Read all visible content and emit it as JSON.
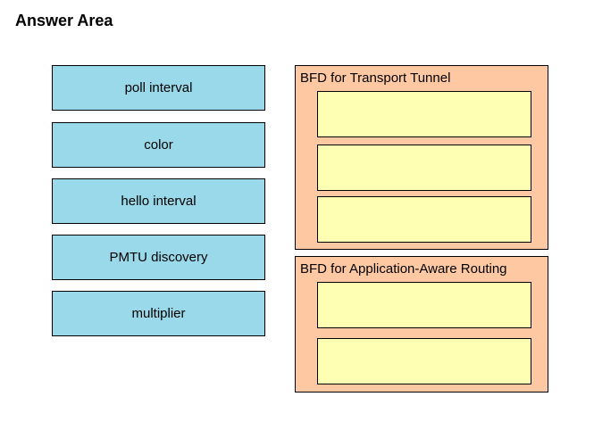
{
  "title": "Answer Area",
  "source_items": [
    {
      "label": "poll interval"
    },
    {
      "label": "color"
    },
    {
      "label": "hello interval"
    },
    {
      "label": "PMTU discovery"
    },
    {
      "label": "multiplier"
    }
  ],
  "targets": [
    {
      "label": "BFD for Transport Tunnel",
      "slot_count": 3
    },
    {
      "label": "BFD for Application-Aware Routing",
      "slot_count": 2
    }
  ],
  "colors": {
    "source_fill": "#99d9ea",
    "group_fill": "#fdc8a2",
    "slot_fill": "#ffffb3",
    "border": "#000000"
  }
}
